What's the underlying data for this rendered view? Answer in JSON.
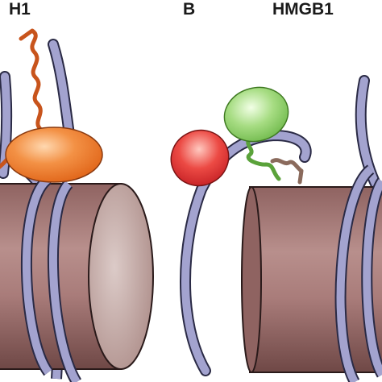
{
  "labels": {
    "left": "H1",
    "center": "B",
    "right": "HMGB1"
  },
  "colors": {
    "dna": "#a3a3cf",
    "dna_stroke": "#2a2a45",
    "nucleosome_body": "#a97c7a",
    "nucleosome_face": "#c9b3b0",
    "h1": "#f07a2a",
    "h1_tail": "#c8541c",
    "hmgb1_box_a": "#e23b3b",
    "hmgb1_box_b": "#8bd163",
    "hmgb1_linker": "#5aa23a",
    "hmgb1_tail": "#8a6a5c"
  },
  "icons": [
    "nucleosome-left",
    "nucleosome-right",
    "dna-superhelix",
    "h1-globular-domain",
    "hmgb1-box-a",
    "hmgb1-box-b"
  ]
}
